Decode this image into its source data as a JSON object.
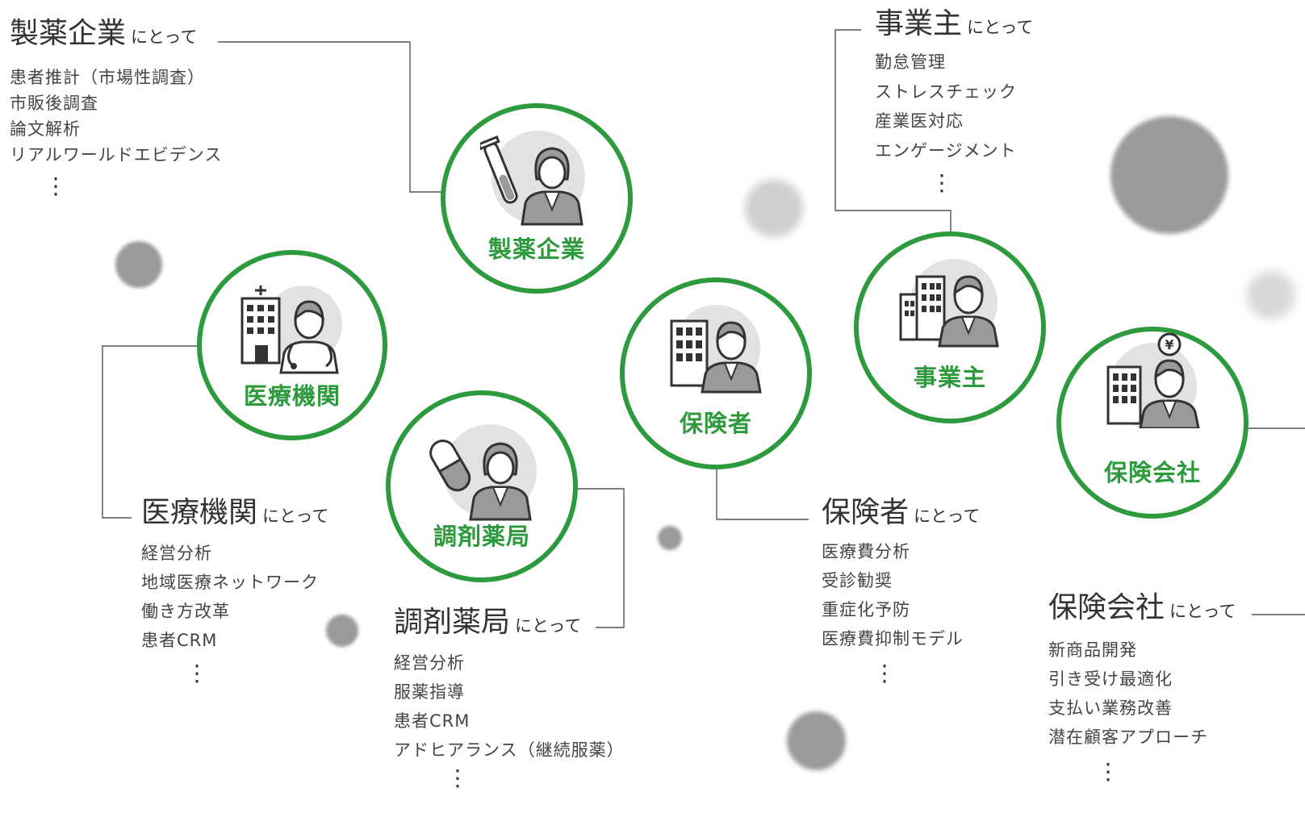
{
  "suffix": "にとって",
  "colors": {
    "accent": "#2e9a3e",
    "line": "#555555",
    "blob": "#9a9a9a"
  },
  "nodes": {
    "pharma": {
      "label": "製薬企業",
      "icon": "test-tube-person-icon"
    },
    "medical": {
      "label": "医療機関",
      "icon": "hospital-doctor-icon"
    },
    "pharmacy": {
      "label": "調剤薬局",
      "icon": "capsule-person-icon"
    },
    "insurer": {
      "label": "保険者",
      "icon": "building-person-icon"
    },
    "employer": {
      "label": "事業主",
      "icon": "buildings-person-icon"
    },
    "insco": {
      "label": "保険会社",
      "icon": "yen-building-person-icon"
    }
  },
  "sections": {
    "pharma": {
      "title": "製薬企業",
      "items": [
        "患者推計（市場性調査）",
        "市販後調査",
        "論文解析",
        "リアルワールドエビデンス"
      ],
      "more": "⋮"
    },
    "employer": {
      "title": "事業主",
      "items": [
        "勤怠管理",
        "ストレスチェック",
        "産業医対応",
        "エンゲージメント"
      ],
      "more": "⋮"
    },
    "medical": {
      "title": "医療機関",
      "items": [
        "経営分析",
        "地域医療ネットワーク",
        "働き方改革",
        "患者CRM"
      ],
      "more": "⋮"
    },
    "pharmacy": {
      "title": "調剤薬局",
      "items": [
        "経営分析",
        "服薬指導",
        "患者CRM",
        "アドヒアランス（継続服薬）"
      ],
      "more": "⋮"
    },
    "insurer": {
      "title": "保険者",
      "items": [
        "医療費分析",
        "受診勧奨",
        "重症化予防",
        "医療費抑制モデル"
      ],
      "more": "⋮"
    },
    "insco": {
      "title": "保険会社",
      "items": [
        "新商品開発",
        "引き受け最適化",
        "支払い業務改善",
        "潜在顧客アプローチ"
      ],
      "more": "⋮"
    }
  }
}
